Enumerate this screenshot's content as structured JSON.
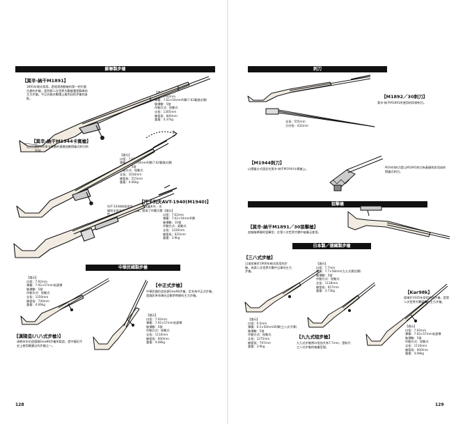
{
  "left": {
    "bar1": "蘇聯製步槍",
    "bar2": "中華民國製步槍",
    "mosin": {
      "title": "【莫辛-納干M1891】",
      "desc": "1891年制式採用，是經過改動後的第一把大量生產的步槍，直到第二次世界大戰都還是蘇軍的主力步槍。今日仍能在戰場上看到這把步槍的身影。",
      "spec": "【諸元】\n口徑：7.62mm\n彈藥：7.62×54mmR彈(7.62毫俄式彈)\n裝彈數：5發\n作動方式：栓動式\n全長：1305mm\n槍管長：800mm\n重量：4.37kg"
    },
    "m1944": {
      "title": "【莫辛-納干M1944卡賓槍】",
      "desc": "於M1938卡賓槍的基礎加裝摺疊式刺刀的型號。",
      "spec": "【諸元】\n口徑：7.62mm\n彈藥：7.62×54mmR彈(7.62毫俄式彈)\n裝彈數：5發\n作動方式：栓動式\n全長：1016mm\n槍管長：515mm\n重量：4.06kg"
    },
    "svt": {
      "title": "【托卡列夫AVT-1940(M1940)】",
      "desc": "SVT-1938的改良型，除了修改護木外，也縮短全長並改良整體機構，提高了作戰可靠性。",
      "spec": "【諸元】\n口徑：7.62mm\n彈藥：7.62×54mmR彈\n裝彈數：10發\n作動方式：氣動式\n全長：1226mm\n槍管長：625mm\n重量：3.9kg"
    },
    "hanyang": {
      "title": "【漢陽造(八八式步槍)】",
      "desc": "清朝末年仿造德國Gew88步槍所製造，是中國近代史上使用最廣泛的步槍之一。",
      "spec": "【諸元】\n口徑：7.92mm\n彈藥：7.92×57mm毛瑟彈\n裝彈數：5發\n作動方式：栓動式\n全長：1250mm\n槍管長：740mm\n重量：4.06kg"
    },
    "zhongzheng": {
      "title": "【中正式步槍】",
      "desc": "中華民國仿造毛瑟Gew98步槍，定名為中正式步槍，是國民革命軍抗日戰爭時期的主力步槍。",
      "spec": "【諸元】\n口徑：7.92mm\n彈藥：7.92×57mm毛瑟彈\n裝彈數：5發\n作動方式：栓動式\n全長：1110mm\n槍管長：600mm\n重量：4.08kg"
    },
    "page_number": "128"
  },
  "right": {
    "bar1": "刺刀",
    "bar2": "狙擊槍",
    "bar3": "日本製／德國製步槍",
    "bayonet1892": {
      "title": "【M1892／30刺刀】",
      "desc": "莫辛-納干M1891所使用的四棱刺刀。",
      "spec": "全長：555mm\n刀刃長：432mm"
    },
    "bayonet1944": {
      "title": "【M1944刺刀】",
      "desc": "以摺疊方式固定在莫辛-納干M1944卡賓槍上。",
      "note": "M1944刺刀是以M1891刺刀為基礎改良而成的摺疊式刺刀。"
    },
    "sniper": {
      "title": "【莫辛-納干M1891／30狙擊槍】",
      "desc": "加裝瞄準鏡的狙擊型，在第二次世界大戰中被廣泛使用。"
    },
    "type38": {
      "title": "【三八式步槍】",
      "desc": "日本陸軍於1906年制式採用的步槍，為第二次世界大戰中日軍的主力步槍。",
      "spec": "【諸元】\n口徑：6.5mm\n彈藥：6.5×50mmSR彈(三八式子彈)\n裝彈數：5發\n作動方式：栓動式\n全長：1275mm\n槍管長：797mm\n重量：3.9kg"
    },
    "type99": {
      "title": "【九九式短步槍】",
      "desc": "九九式步槍將口徑加大為7.7mm，是取代三八式步槍的後繼型號。",
      "spec": "【諸元】\n口徑：7.7mm\n彈藥：7.7×58mm(九九式實包彈)\n裝彈數：5發\n作動方式：栓動式\n全長：1118mm\n槍管長：657mm\n重量：3.73kg"
    },
    "kar98k": {
      "title": "【Kar98k】",
      "desc": "德軍於1935年採用的短步槍，是第二次世界大戰德軍的主力步槍。",
      "spec": "【諸元】\n口徑：7.92mm\n彈藥：7.92×57mm毛瑟彈\n裝彈數：5發\n作動方式：栓動式\n全長：1110mm\n槍管長：600mm\n重量：4.08kg"
    },
    "page_number": "129"
  }
}
